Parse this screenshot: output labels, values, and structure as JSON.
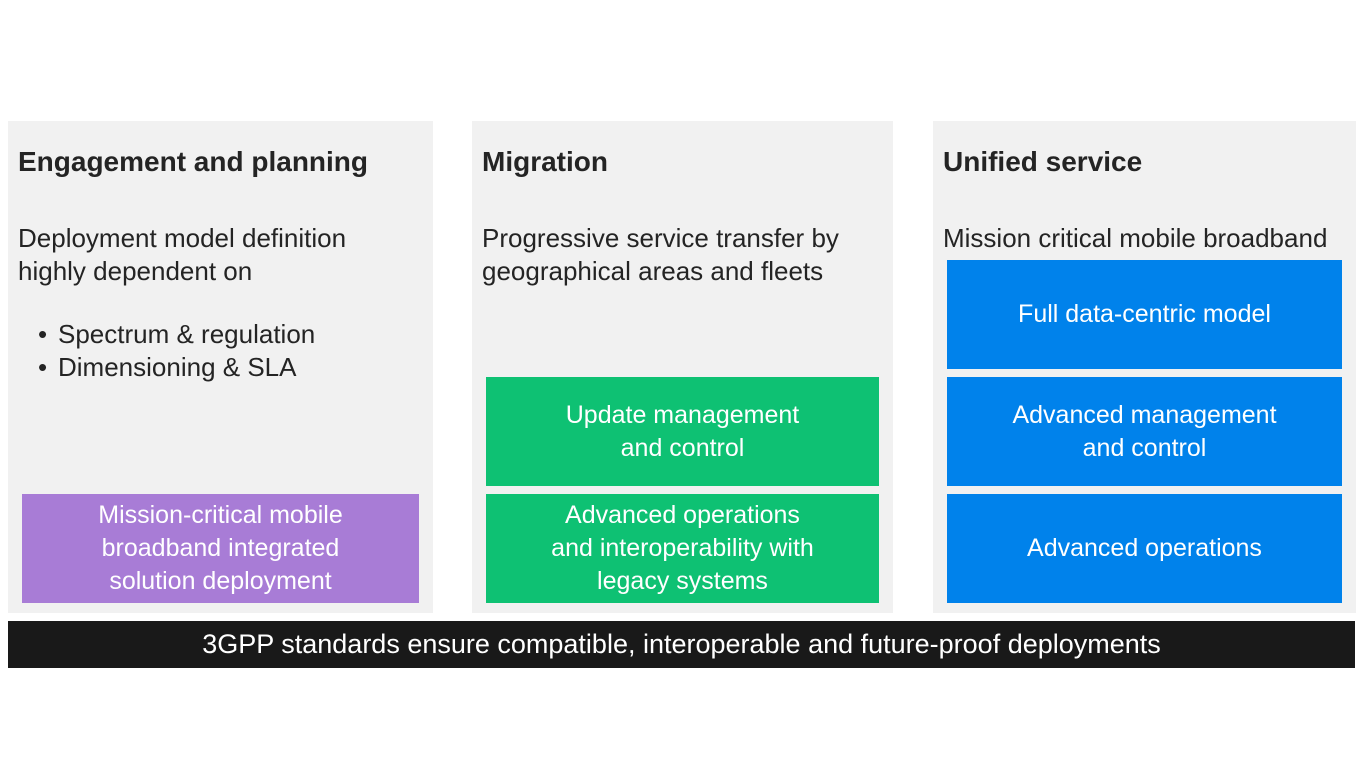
{
  "colors": {
    "panel_bg": "#F1F1F1",
    "purple": "#A87CD6",
    "green": "#0EC173",
    "blue": "#0082EB",
    "footer_bg": "#191919",
    "text_dark": "#242424",
    "text_light": "#FFFFFF"
  },
  "columns": [
    {
      "title": "Engagement and planning",
      "body": "Deployment model definition\nhighly dependent on",
      "bullets": [
        "Spectrum & regulation",
        "Dimensioning & SLA"
      ],
      "boxes": [
        {
          "label": "Mission-critical mobile\nbroadband integrated\nsolution deployment",
          "color": "purple"
        }
      ]
    },
    {
      "title": "Migration",
      "body": "Progressive service transfer by\ngeographical areas and fleets",
      "bullets": [],
      "boxes": [
        {
          "label": "Update management\nand control",
          "color": "green"
        },
        {
          "label": "Advanced operations\nand interoperability with\nlegacy systems",
          "color": "green"
        }
      ]
    },
    {
      "title": "Unified service",
      "body": "Mission critical mobile broadband",
      "bullets": [],
      "boxes": [
        {
          "label": "Full data-centric model",
          "color": "blue"
        },
        {
          "label": "Advanced management\nand control",
          "color": "blue"
        },
        {
          "label": "Advanced operations",
          "color": "blue"
        }
      ]
    }
  ],
  "footer": {
    "text": "3GPP standards ensure compatible, interoperable and future-proof deployments"
  }
}
